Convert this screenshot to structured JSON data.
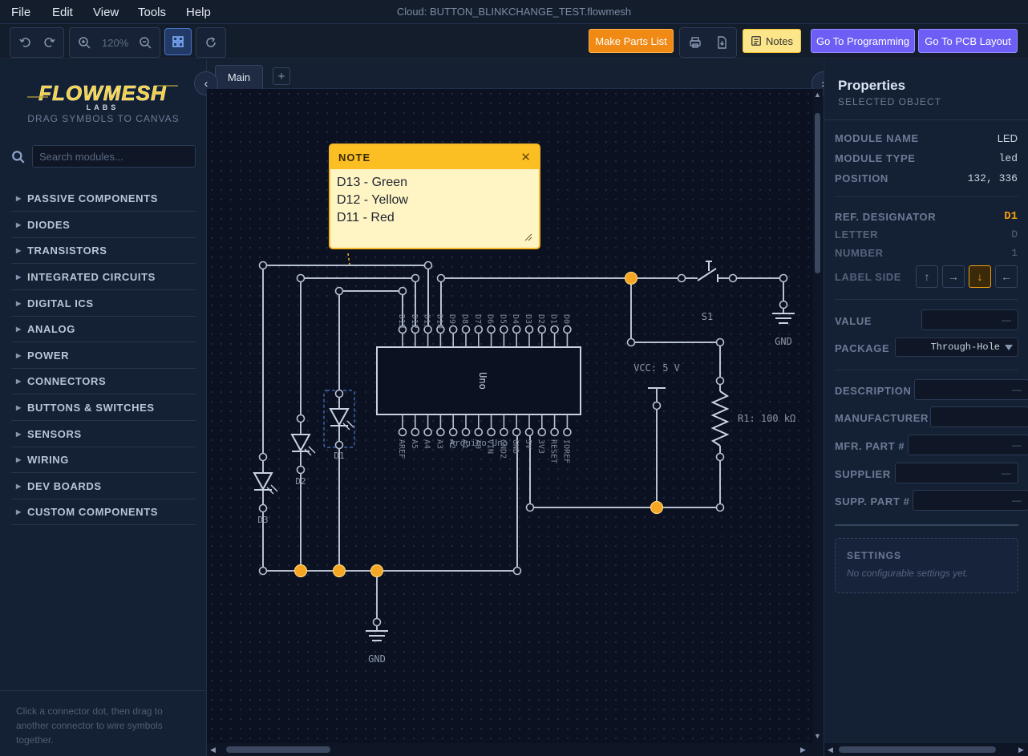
{
  "menu": [
    "File",
    "Edit",
    "View",
    "Tools",
    "Help"
  ],
  "app_title": "Cloud: BUTTON_BLINKCHANGE_TEST.flowmesh",
  "toolbar": {
    "zoom": "120%",
    "make_parts_list": "Make Parts List",
    "notes": "Notes",
    "go_programming": "Go To Programming",
    "go_pcb": "Go To PCB Layout"
  },
  "sidebar": {
    "logo_text": "FLOWMESH",
    "logo_sub": "LABS",
    "hint": "DRAG SYMBOLS TO CANVAS",
    "search_placeholder": "Search modules...",
    "categories": [
      "PASSIVE COMPONENTS",
      "DIODES",
      "TRANSISTORS",
      "INTEGRATED CIRCUITS",
      "DIGITAL ICS",
      "ANALOG",
      "POWER",
      "CONNECTORS",
      "BUTTONS & SWITCHES",
      "SENSORS",
      "WIRING",
      "DEV BOARDS",
      "CUSTOM COMPONENTS"
    ],
    "footer": "Click a connector dot, then drag to another connector to wire symbols together."
  },
  "tabs": {
    "main": "Main",
    "add": "+"
  },
  "note": {
    "title": "NOTE",
    "lines": [
      "D13 - Green",
      "D12 - Yellow",
      "D11 - Red"
    ]
  },
  "schematic": {
    "board_label": "Uno",
    "board_overlay": "Arduino Uno",
    "top_pins": [
      "D13",
      "D12",
      "D11",
      "D10",
      "D9",
      "D8",
      "D7",
      "D6",
      "D5",
      "D4",
      "D3",
      "D2",
      "D1",
      "D0"
    ],
    "bottom_pins": [
      "AREF",
      "A5",
      "A4",
      "A3",
      "A2",
      "A1",
      "A0",
      "VIN",
      "GND2",
      "GND",
      "5V",
      "3V3",
      "RESET",
      "IOREF"
    ],
    "leds": [
      "D1",
      "D2",
      "D3"
    ],
    "gnd1": "GND",
    "gnd2": "GND",
    "switch": "S1",
    "vcc": "VCC: 5 V",
    "resistor": "R1: 100 kΩ"
  },
  "properties": {
    "title": "Properties",
    "subtitle": "SELECTED OBJECT",
    "module_name_label": "MODULE NAME",
    "module_name": "LED",
    "module_type_label": "MODULE TYPE",
    "module_type": "led",
    "position_label": "POSITION",
    "position": "132, 336",
    "ref_label": "REF. DESIGNATOR",
    "ref": "D1",
    "letter_label": "LETTER",
    "letter": "D",
    "number_label": "NUMBER",
    "number": "1",
    "label_side_label": "LABEL SIDE",
    "label_sides": [
      "↑",
      "→",
      "↓",
      "←"
    ],
    "value_label": "VALUE",
    "package_label": "PACKAGE",
    "package": "Through-Hole",
    "description_label": "DESCRIPTION",
    "manufacturer_label": "MANUFACTURER",
    "mfr_part_label": "MFR. PART #",
    "supplier_label": "SUPPLIER",
    "supp_part_label": "SUPP. PART #",
    "empty_value": "—",
    "settings_title": "SETTINGS",
    "settings_empty": "No configurable settings yet."
  },
  "colors": {
    "accent": "#f59e0b",
    "wire": "#b7c0cf",
    "junction": "#f5a623"
  }
}
